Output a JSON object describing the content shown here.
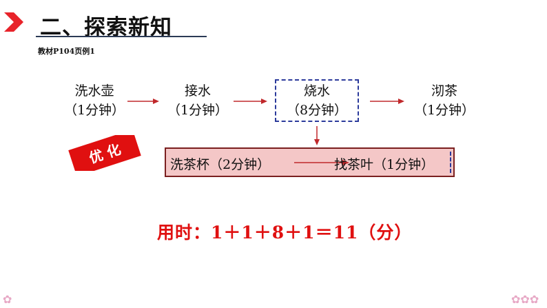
{
  "header": {
    "title": "二、探索新知",
    "source_note": "教材P104页例1"
  },
  "process": {
    "steps": [
      {
        "name": "洗水壶",
        "duration": "（1分钟）"
      },
      {
        "name": "接水",
        "duration": "（1分钟）"
      },
      {
        "name": "烧水",
        "duration": "（8分钟）"
      },
      {
        "name": "沏茶",
        "duration": "（1分钟）"
      }
    ],
    "parallel": {
      "first": "洗茶杯（2分钟）",
      "second": "找茶叶（1分钟）"
    }
  },
  "badge": {
    "label": "优 化"
  },
  "formula": "用时：1＋1＋8＋1＝11（分）",
  "colors": {
    "accent_red": "#e01010",
    "arrow_red": "#c0282b",
    "dashed_blue": "#2b3a9b",
    "highlight_pink": "#f4c7c7"
  },
  "decorations": {
    "icon": "cherry-blossom-icon"
  }
}
